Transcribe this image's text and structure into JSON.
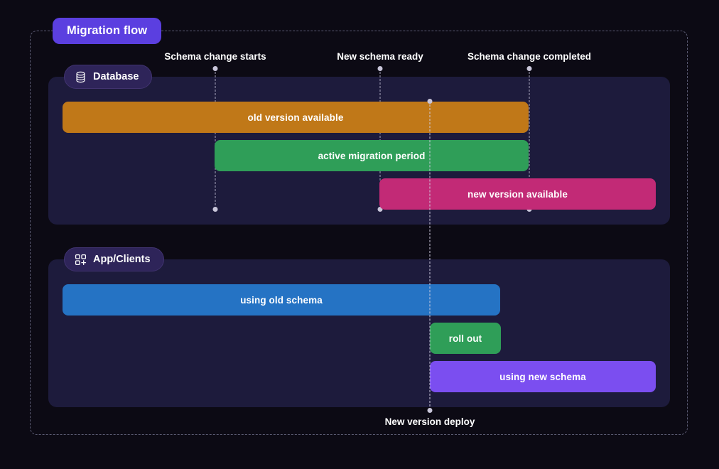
{
  "title_badge": {
    "label": "Migration flow"
  },
  "lanes": [
    {
      "id": "database",
      "label": "Database",
      "icon": "database-icon",
      "bars": [
        {
          "label": "old version available",
          "color": "#c07818"
        },
        {
          "label": "active migration period",
          "color": "#2f9e58"
        },
        {
          "label": "new version available",
          "color": "#c22a76"
        }
      ]
    },
    {
      "id": "app-clients",
      "label": "App/Clients",
      "icon": "app-grid-plus-icon",
      "bars": [
        {
          "label": "using old schema",
          "color": "#2573c4"
        },
        {
          "label": "roll out",
          "color": "#2f9e58"
        },
        {
          "label": "using new schema",
          "color": "#7b4ef0"
        }
      ]
    }
  ],
  "milestones": [
    {
      "id": "schema-change-starts",
      "label": "Schema change starts",
      "position": "above"
    },
    {
      "id": "new-schema-ready",
      "label": "New schema ready",
      "position": "above"
    },
    {
      "id": "schema-change-completed",
      "label": "Schema change completed",
      "position": "above"
    },
    {
      "id": "new-version-deploy",
      "label": "New version deploy",
      "position": "below"
    }
  ],
  "colors": {
    "page_background": "#0c0a14",
    "lane_background": "#1d1b3c",
    "accent_purple": "#5b3fe0",
    "pill_background": "#2e2459",
    "guide_line": "#a7a4bd",
    "text": "#ffffff"
  }
}
